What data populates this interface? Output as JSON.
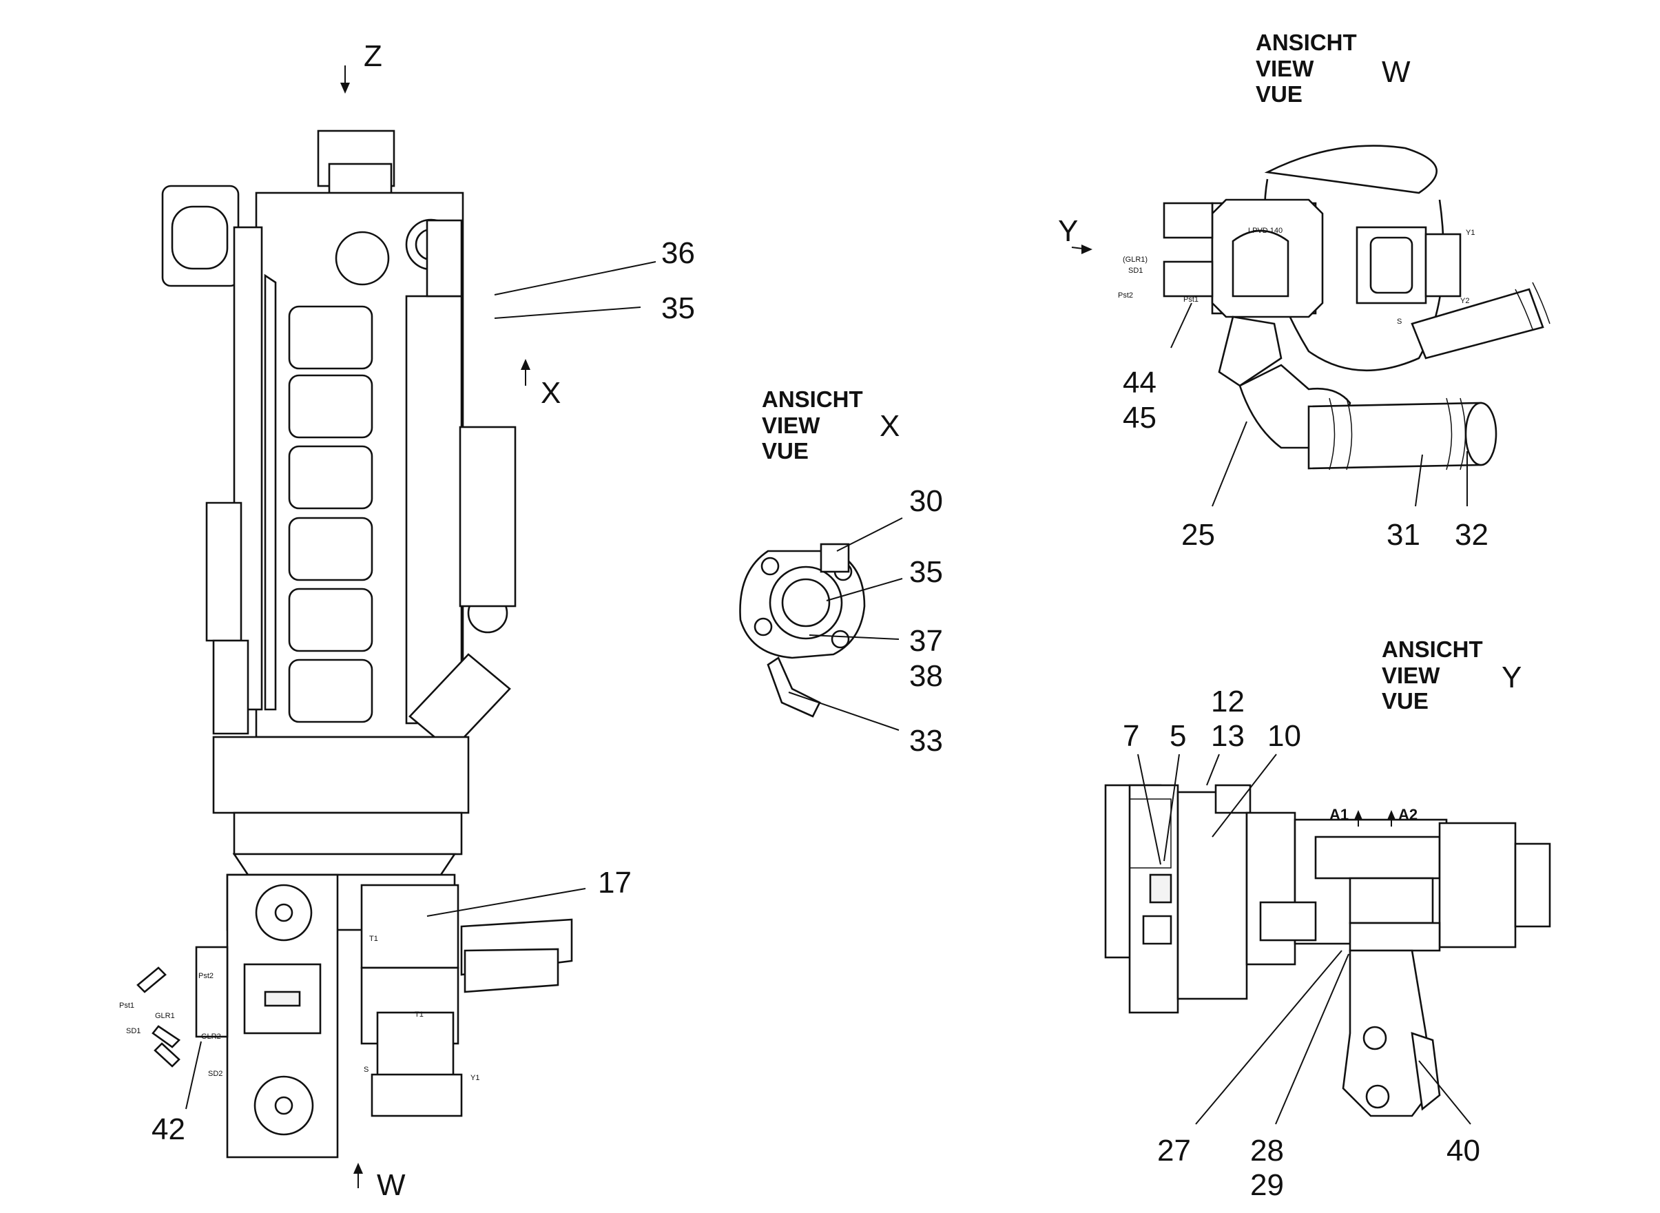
{
  "views": {
    "w": {
      "ansicht": "ANSICHT",
      "view": "VIEW",
      "vue": "VUE",
      "letter": "W"
    },
    "x": {
      "ansicht": "ANSICHT",
      "view": "VIEW",
      "vue": "VUE",
      "letter": "X"
    },
    "y": {
      "ansicht": "ANSICHT",
      "view": "VIEW",
      "vue": "VUE",
      "letter": "Y"
    }
  },
  "arrows": {
    "z": "Z",
    "x": "X",
    "w": "W",
    "y": "Y"
  },
  "callouts": {
    "c36": "36",
    "c35": "35",
    "c17": "17",
    "c42": "42",
    "c30": "30",
    "c35b": "35",
    "c37": "37",
    "c38": "38",
    "c33": "33",
    "c44": "44",
    "c45": "45",
    "c25": "25",
    "c31": "31",
    "c32": "32",
    "c7": "7",
    "c5": "5",
    "c12": "12",
    "c13": "13",
    "c10": "10",
    "c27": "27",
    "c28": "28",
    "c29": "29",
    "c40": "40"
  },
  "small_labels": {
    "a1": "A1",
    "a2": "A2",
    "pst1": "Pst1",
    "pst2": "Pst2",
    "glr1": "GLR1",
    "glr2": "GLR2",
    "sd1": "SD1",
    "sd2": "SD2",
    "t1a": "T1",
    "t1b": "T1",
    "y1a": "Y1",
    "s_a": "S",
    "lpvd": "LPVD 140",
    "glr1w": "(GLR1)",
    "sd1w": "SD1",
    "pst2w": "Pst2",
    "pst1w": "Pst1",
    "y1w": "Y1",
    "y2w": "Y2",
    "sw": "S"
  }
}
